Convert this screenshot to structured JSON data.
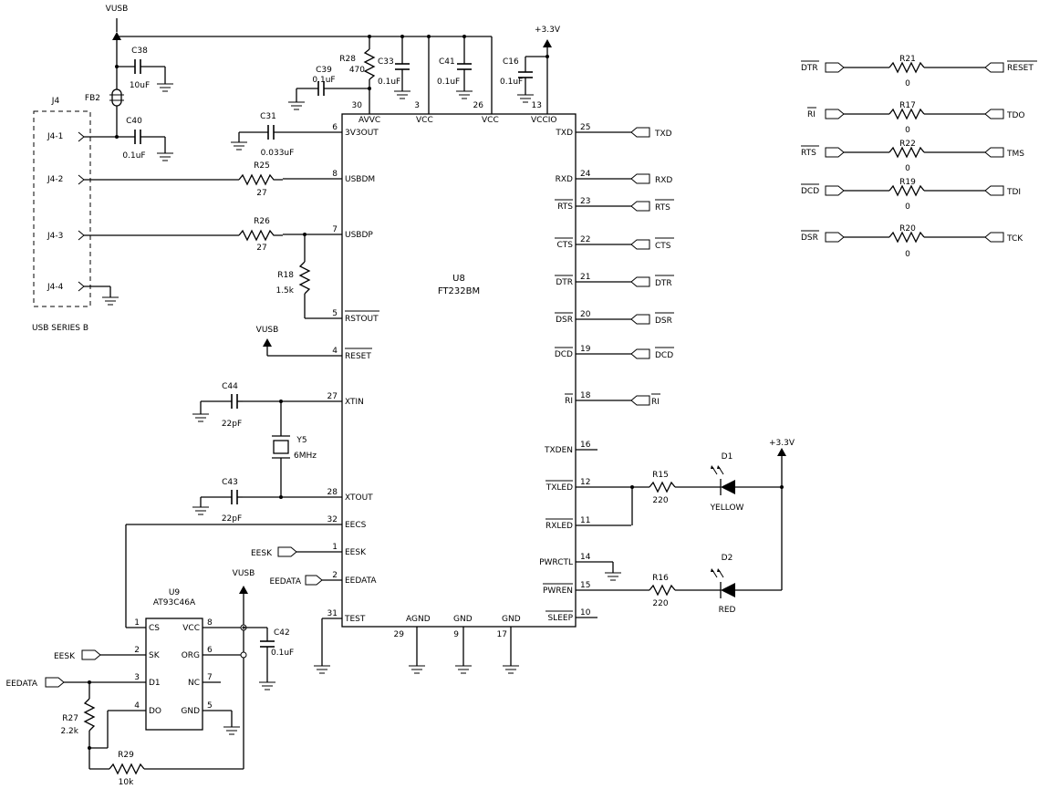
{
  "nets": {
    "vusb": "VUSB",
    "v33": "+3.3V",
    "txd": "TXD",
    "rxd": "RXD",
    "rts": "RTS",
    "cts": "CTS",
    "dtr": "DTR",
    "dsr": "DSR",
    "dcd": "DCD",
    "ri": "RI",
    "eesk": "EESK",
    "eedata": "EEDATA",
    "reset": "RESET",
    "tdo": "TDO",
    "tms": "TMS",
    "tdi": "TDI",
    "tck": "TCK"
  },
  "connector": {
    "ref": "J4",
    "type": "USB SERIES B",
    "pins": [
      "J4-1",
      "J4-2",
      "J4-3",
      "J4-4"
    ]
  },
  "parts": {
    "c38": {
      "ref": "C38",
      "value": "10uF"
    },
    "fb2": {
      "ref": "FB2"
    },
    "c40": {
      "ref": "C40",
      "value": "0.1uF"
    },
    "c31": {
      "ref": "C31",
      "value": "0.033uF"
    },
    "c39": {
      "ref": "C39",
      "value": "0.1uF"
    },
    "r28": {
      "ref": "R28",
      "value": "470"
    },
    "c33": {
      "ref": "C33",
      "value": "0.1uF"
    },
    "c41": {
      "ref": "C41",
      "value": "0.1uF"
    },
    "c16": {
      "ref": "C16",
      "value": "0.1uF"
    },
    "r25": {
      "ref": "R25",
      "value": "27"
    },
    "r26": {
      "ref": "R26",
      "value": "27"
    },
    "r18": {
      "ref": "R18",
      "value": "1.5k"
    },
    "c44": {
      "ref": "C44",
      "value": "22pF"
    },
    "c43": {
      "ref": "C43",
      "value": "22pF"
    },
    "y5": {
      "ref": "Y5",
      "value": "6MHz"
    },
    "r15": {
      "ref": "R15",
      "value": "220"
    },
    "r16": {
      "ref": "R16",
      "value": "220"
    },
    "d1": {
      "ref": "D1",
      "value": "YELLOW"
    },
    "d2": {
      "ref": "D2",
      "value": "RED"
    },
    "c42": {
      "ref": "C42",
      "value": "0.1uF"
    },
    "r27": {
      "ref": "R27",
      "value": "2.2k"
    },
    "r29": {
      "ref": "R29",
      "value": "10k"
    },
    "r21": {
      "ref": "R21",
      "value": "0"
    },
    "r17": {
      "ref": "R17",
      "value": "0"
    },
    "r22": {
      "ref": "R22",
      "value": "0"
    },
    "r19": {
      "ref": "R19",
      "value": "0"
    },
    "r20": {
      "ref": "R20",
      "value": "0"
    }
  },
  "u8": {
    "ref": "U8",
    "part": "FT232BM",
    "pins": {
      "p6": {
        "num": "6",
        "name": "3V3OUT"
      },
      "p8": {
        "num": "8",
        "name": "USBDM"
      },
      "p7": {
        "num": "7",
        "name": "USBDP"
      },
      "p5": {
        "num": "5",
        "name": "RSTOUT"
      },
      "p4": {
        "num": "4",
        "name": "RESET"
      },
      "p27": {
        "num": "27",
        "name": "XTIN"
      },
      "p28": {
        "num": "28",
        "name": "XTOUT"
      },
      "p32": {
        "num": "32",
        "name": "EECS"
      },
      "p1": {
        "num": "1",
        "name": "EESK"
      },
      "p2": {
        "num": "2",
        "name": "EEDATA"
      },
      "p31": {
        "num": "31",
        "name": "TEST"
      },
      "p30": {
        "num": "30",
        "name": "AVVC"
      },
      "p3": {
        "num": "3",
        "name": "VCC"
      },
      "p26": {
        "num": "26",
        "name": "VCC"
      },
      "p13": {
        "num": "13",
        "name": "VCCIO"
      },
      "p29": {
        "num": "29",
        "name": "AGND"
      },
      "p9": {
        "num": "9",
        "name": "GND"
      },
      "p17": {
        "num": "17",
        "name": "GND"
      },
      "p25": {
        "num": "25",
        "name": "TXD"
      },
      "p24": {
        "num": "24",
        "name": "RXD"
      },
      "p23": {
        "num": "23",
        "name": "RTS"
      },
      "p22": {
        "num": "22",
        "name": "CTS"
      },
      "p21": {
        "num": "21",
        "name": "DTR"
      },
      "p20": {
        "num": "20",
        "name": "DSR"
      },
      "p19": {
        "num": "19",
        "name": "DCD"
      },
      "p18": {
        "num": "18",
        "name": "RI"
      },
      "p16": {
        "num": "16",
        "name": "TXDEN"
      },
      "p12": {
        "num": "12",
        "name": "TXLED"
      },
      "p11": {
        "num": "11",
        "name": "RXLED"
      },
      "p14": {
        "num": "14",
        "name": "PWRCTL"
      },
      "p15": {
        "num": "15",
        "name": "PWREN"
      },
      "p10": {
        "num": "10",
        "name": "SLEEP"
      }
    }
  },
  "u9": {
    "ref": "U9",
    "part": "AT93C46A",
    "pins": {
      "p1": {
        "num": "1",
        "name": "CS"
      },
      "p2": {
        "num": "2",
        "name": "SK"
      },
      "p3": {
        "num": "3",
        "name": "D1"
      },
      "p4": {
        "num": "4",
        "name": "DO"
      },
      "p8": {
        "num": "8",
        "name": "VCC"
      },
      "p6": {
        "num": "6",
        "name": "ORG"
      },
      "p7": {
        "num": "7",
        "name": "NC"
      },
      "p5": {
        "num": "5",
        "name": "GND"
      }
    }
  }
}
